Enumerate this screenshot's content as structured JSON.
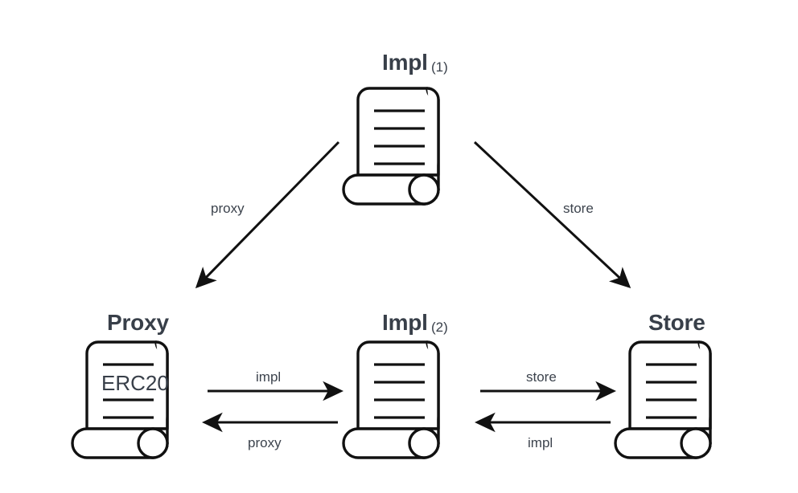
{
  "diagram": {
    "title": "Proxy pattern contract relationship diagram",
    "background_color": "#ffffff",
    "stroke_color": "#111111",
    "text_color": "#383f49",
    "nodes": [
      {
        "id": "impl1",
        "label": "Impl",
        "subscript": "(1)",
        "icon": "scroll-icon",
        "inner_text": "",
        "position": "top-center"
      },
      {
        "id": "proxy",
        "label": "Proxy",
        "subscript": "",
        "icon": "scroll-icon",
        "inner_text": "ERC20",
        "position": "bottom-left"
      },
      {
        "id": "impl2",
        "label": "Impl",
        "subscript": "(2)",
        "icon": "scroll-icon",
        "inner_text": "",
        "position": "bottom-center"
      },
      {
        "id": "store",
        "label": "Store",
        "subscript": "",
        "icon": "scroll-icon",
        "inner_text": "",
        "position": "bottom-right"
      }
    ],
    "edges": [
      {
        "id": "impl1-to-proxy",
        "from": "impl1",
        "to": "proxy",
        "label": "proxy",
        "direction": "down-left"
      },
      {
        "id": "impl1-to-store",
        "from": "impl1",
        "to": "store",
        "label": "store",
        "direction": "down-right"
      },
      {
        "id": "proxy-to-impl2",
        "from": "proxy",
        "to": "impl2",
        "label": "impl",
        "direction": "right"
      },
      {
        "id": "impl2-to-proxy",
        "from": "impl2",
        "to": "proxy",
        "label": "proxy",
        "direction": "left"
      },
      {
        "id": "impl2-to-store",
        "from": "impl2",
        "to": "store",
        "label": "store",
        "direction": "right"
      },
      {
        "id": "store-to-impl2",
        "from": "store",
        "to": "impl2",
        "label": "impl",
        "direction": "left"
      }
    ]
  }
}
